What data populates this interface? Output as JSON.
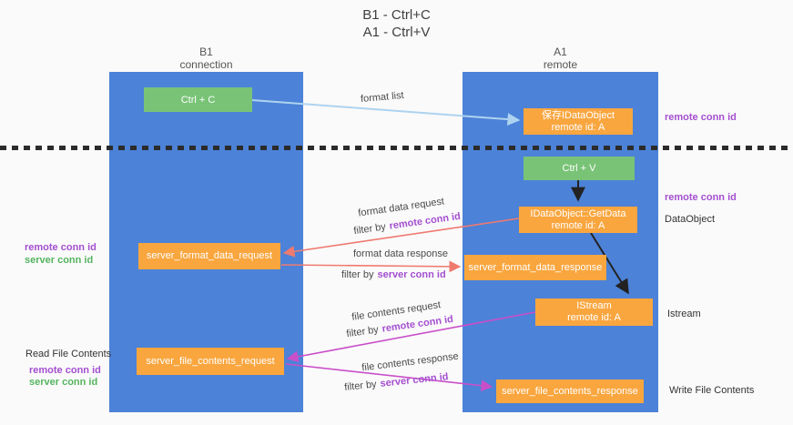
{
  "title": {
    "line1": "B1 - Ctrl+C",
    "line2": "A1 - Ctrl+V"
  },
  "lanes": {
    "left": {
      "name": "B1",
      "role": "connection"
    },
    "right": {
      "name": "A1",
      "role": "remote"
    }
  },
  "nodes": {
    "ctrl_c": {
      "label": "Ctrl + C"
    },
    "ctrl_v": {
      "label": "Ctrl + V"
    },
    "save_dataobject": {
      "line1": "保存IDataObject",
      "line2": "remote id: A"
    },
    "getdata": {
      "line1": "IDataObject::GetData",
      "line2": "remote id: A"
    },
    "istream": {
      "line1": "IStream",
      "line2": "remote id: A"
    },
    "format_request": {
      "label": "server_format_data_request"
    },
    "format_response": {
      "label": "server_format_data_response"
    },
    "file_request": {
      "label": "server_file_contents_request"
    },
    "file_response": {
      "label": "server_file_contents_response"
    }
  },
  "edge_labels": {
    "format_list": "format list",
    "format_data_request": "format data request",
    "format_data_response": "format data response",
    "file_contents_request": "file contents request",
    "file_contents_response": "file contents response",
    "filter_by": "filter by",
    "remote_conn_id": "remote conn id",
    "server_conn_id": "server conn id"
  },
  "side_labels": {
    "remote_conn_id_top_right": "remote conn id",
    "remote_conn_id_mid_right": "remote conn id",
    "dataobject": "DataObject",
    "istream": "Istream",
    "write_file_contents": "Write File Contents",
    "read_file_contents": "Read File Contents",
    "remote_conn_id_left_1": "remote conn id",
    "server_conn_id_left_1": "server conn id",
    "remote_conn_id_left_2": "remote conn id",
    "server_conn_id_left_2": "server conn id"
  },
  "colors": {
    "lane_blue": "#4c82d7",
    "node_green": "#79c377",
    "node_orange": "#f9a63f",
    "arrow_light_blue": "#aed3f0",
    "arrow_red": "#ef7a70",
    "arrow_magenta": "#c94fc9",
    "arrow_black": "#222222",
    "label_purple": "#a44fd0",
    "label_green": "#55b45f"
  }
}
